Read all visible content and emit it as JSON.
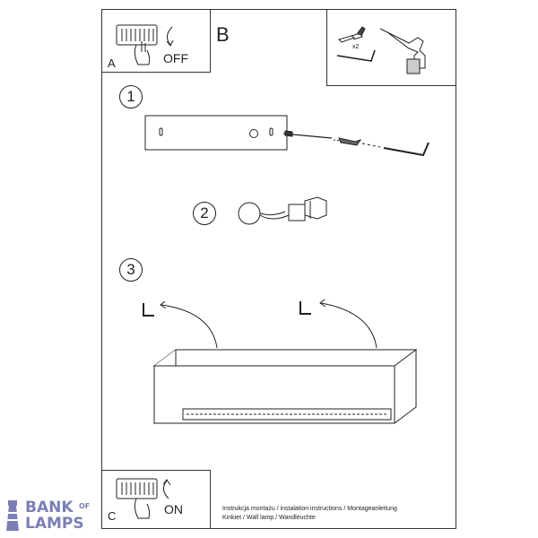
{
  "panel_a": {
    "label": "A",
    "text": "OFF"
  },
  "panel_b": {
    "label": "B",
    "multiplier": "x2"
  },
  "steps": [
    "1",
    "2",
    "3"
  ],
  "panel_c": {
    "label": "C",
    "text": "ON"
  },
  "footer": {
    "line1": "Instrukcja montażu / instalation instructions / Montageanleitung",
    "line2": "Kinkiet / Wall lamp / Wandleuchte"
  },
  "logo": {
    "word1": "BANK",
    "of": "OF",
    "word2": "LAMPS",
    "color": "#7b7fb4"
  }
}
